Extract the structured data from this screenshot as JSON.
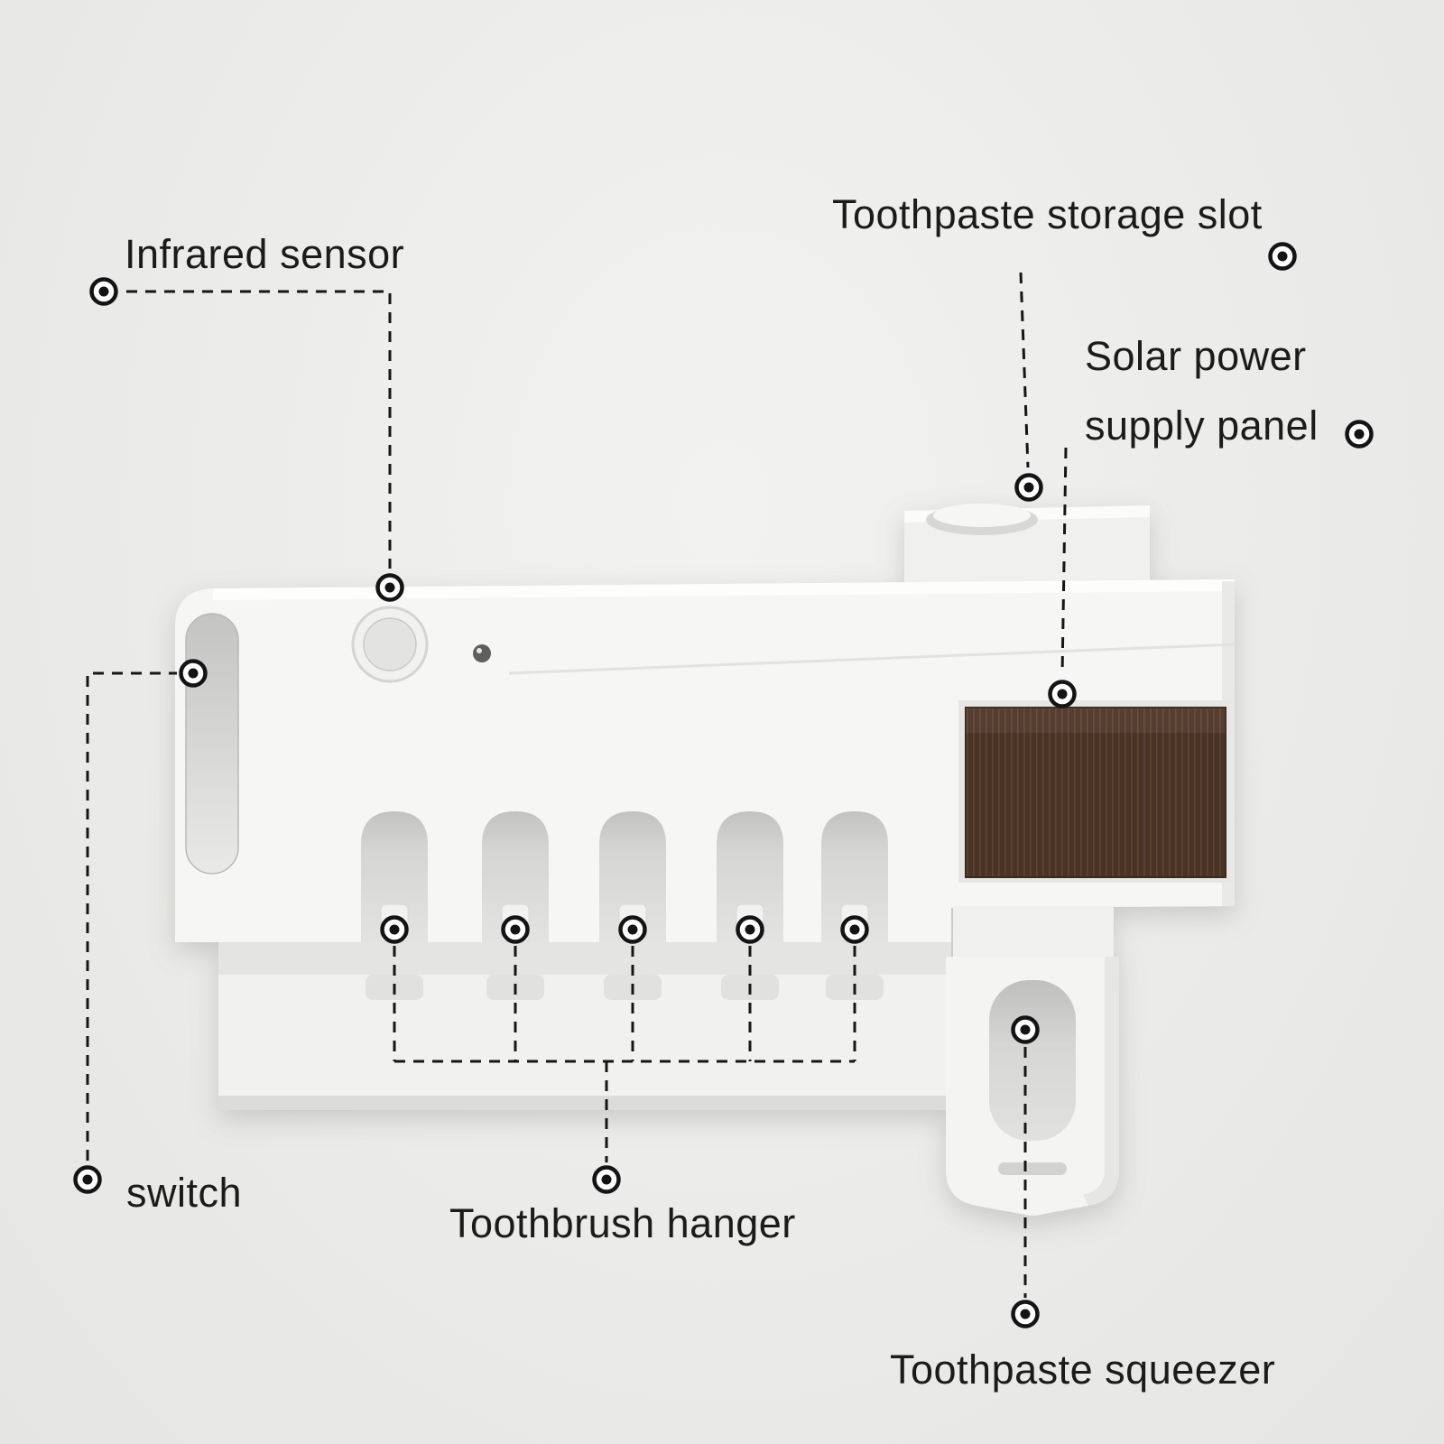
{
  "diagram": {
    "subject": "toothbrush-sterilizer-holder",
    "marker_icon": "bullseye",
    "labels": {
      "infrared_sensor": "Infrared sensor",
      "toothpaste_storage_slot": "Toothpaste storage slot",
      "solar_power_line1": "Solar power",
      "solar_power_line2": "supply panel",
      "switch": "switch",
      "toothbrush_hanger": "Toothbrush hanger",
      "toothpaste_squeezer": "Toothpaste squeezer"
    },
    "colors": {
      "background": "#ebebe9",
      "device_body": "#f6f6f4",
      "solar_panel": "#4a3226",
      "leader_line": "#161616",
      "label_text": "#1b1b1b"
    }
  }
}
